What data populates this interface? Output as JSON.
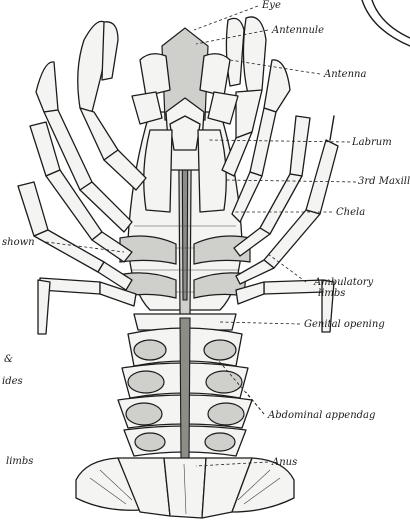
{
  "diagram": {
    "labels": {
      "eye": "Eye",
      "antennule": "Antennule",
      "antenna": "Antenna",
      "labrum": "Labrum",
      "maxill": "3rd Maxill",
      "chela": "Chela",
      "shown": "shown",
      "ambulatory_1": "Ambulatory",
      "ambulatory_2": "limbs",
      "genital": "Genital opening",
      "ampersand": "&",
      "ides": "ides",
      "abdominal": "Abdominal appendag",
      "limbs_left": "limbs",
      "anus": "Anus"
    }
  }
}
